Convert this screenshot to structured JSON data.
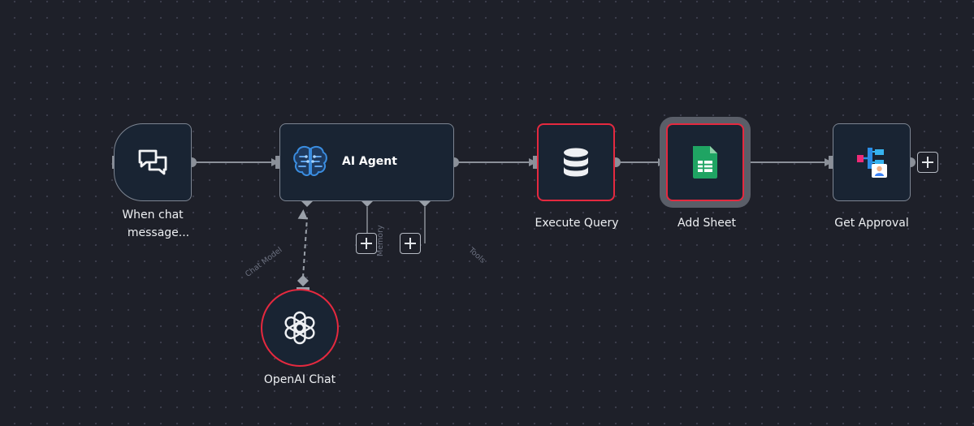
{
  "canvas": {
    "background": "#1e2029",
    "node_fill": "#192433",
    "node_border": "#7d8592",
    "error_border": "#e5293f",
    "connector_color": "#8b9099"
  },
  "nodes": {
    "trigger": {
      "label_line1": "When chat",
      "label_line2": "message...",
      "icon": "chat-bubbles-icon"
    },
    "agent": {
      "title": "AI Agent",
      "icon": "ai-brain-icon",
      "sub_ports": {
        "chat_model": "Chat Model",
        "memory": "Memory",
        "tools": "Tools"
      }
    },
    "execute_query": {
      "label": "Execute Query",
      "icon": "database-icon"
    },
    "add_sheet": {
      "label": "Add Sheet",
      "icon": "google-sheets-icon",
      "brand_color": "#1fa463"
    },
    "get_approval": {
      "label": "Get Approval",
      "icon": "approval-flow-icon"
    },
    "openai_chat": {
      "label": "OpenAI Chat",
      "icon": "openai-logo-icon"
    }
  }
}
